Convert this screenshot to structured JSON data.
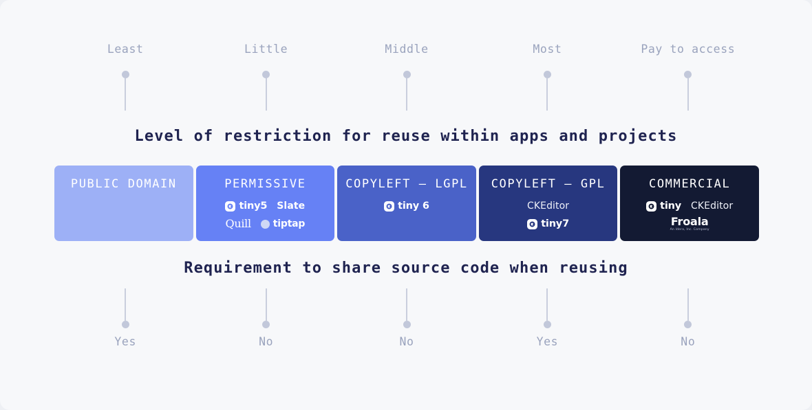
{
  "background_color": "#f7f8fa",
  "captions": {
    "top": "Level of restriction for reuse within apps and projects",
    "bottom": "Requirement to share source code when reusing"
  },
  "top_scale": {
    "label": "Level of restriction",
    "ticks": [
      {
        "label": "Least"
      },
      {
        "label": "Little"
      },
      {
        "label": "Middle"
      },
      {
        "label": "Most"
      },
      {
        "label": "Pay to access"
      }
    ]
  },
  "bottom_scale": {
    "label": "Requirement to share source code",
    "ticks": [
      {
        "label": "Yes"
      },
      {
        "label": "No"
      },
      {
        "label": "No"
      },
      {
        "label": "Yes"
      },
      {
        "label": "No"
      }
    ]
  },
  "spectrum": {
    "segments": [
      {
        "title": "PUBLIC DOMAIN",
        "color": "#9db0f6",
        "rows": []
      },
      {
        "title": "PERMISSIVE",
        "color": "#6681f5",
        "rows": [
          [
            {
              "kind": "tiny",
              "label": "tiny5"
            },
            {
              "kind": "text",
              "label": "Slate"
            }
          ],
          [
            {
              "kind": "quill",
              "label": "Quill"
            },
            {
              "kind": "tiptap",
              "label": "tiptap"
            }
          ]
        ]
      },
      {
        "title": "COPYLEFT — LGPL",
        "color": "#4a62c8",
        "rows": [
          [
            {
              "kind": "tiny",
              "label": "tiny 6"
            }
          ]
        ]
      },
      {
        "title": "COPYLEFT — GPL",
        "color": "#27377f",
        "rows": [
          [
            {
              "kind": "ck",
              "label": "CKEditor"
            }
          ],
          [
            {
              "kind": "tiny",
              "label": "tiny7"
            }
          ]
        ]
      },
      {
        "title": "COMMERCIAL",
        "color": "#131a33",
        "rows": [
          [
            {
              "kind": "tiny",
              "label": "tiny"
            },
            {
              "kind": "ck",
              "label": "CKEditor"
            }
          ],
          [
            {
              "kind": "froala",
              "label": "Froala",
              "sub": "An Idera, Inc. Company"
            }
          ]
        ]
      }
    ]
  }
}
